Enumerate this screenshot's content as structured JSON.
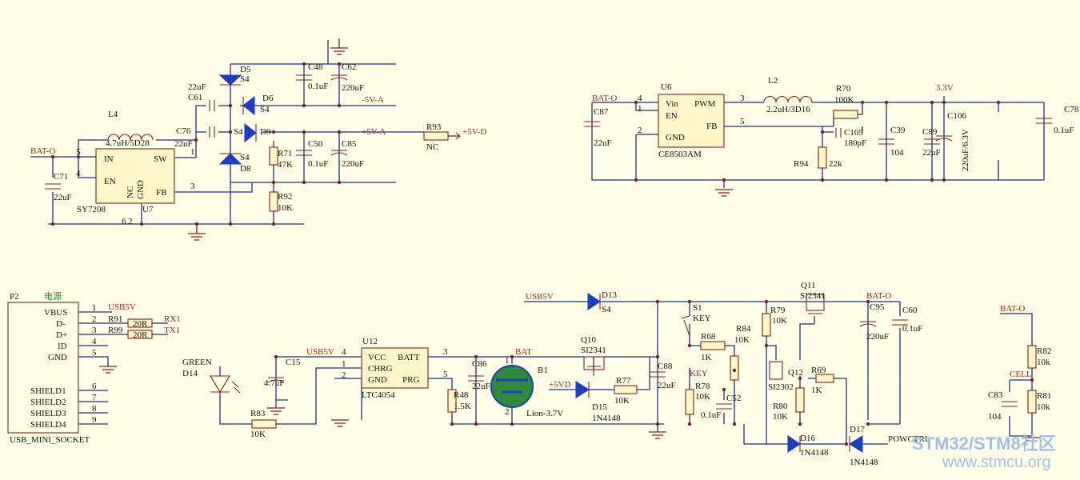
{
  "top_left": {
    "ic": {
      "ref": "U7",
      "part": "SY7208",
      "pins": [
        "IN",
        "EN",
        "NC",
        "GND",
        "SW",
        "FB"
      ],
      "pin_nums": [
        "5",
        "4",
        "6",
        "2",
        "1",
        "3"
      ]
    },
    "inductor": {
      "ref": "L4",
      "value": "4.7uH/5D28"
    },
    "caps": [
      {
        "ref": "C71",
        "value": "22uF"
      },
      {
        "ref": "C76",
        "value": "22uF"
      },
      {
        "ref": "C61",
        "value": "22uF"
      },
      {
        "ref": "C48",
        "value": "0.1uF"
      },
      {
        "ref": "C62",
        "value": "220uF"
      },
      {
        "ref": "C50",
        "value": "0.1uF"
      },
      {
        "ref": "C85",
        "value": "220uF"
      }
    ],
    "diodes": [
      {
        "ref": "D5",
        "value": "S4"
      },
      {
        "ref": "D6",
        "value": "S4"
      },
      {
        "ref": "D9",
        "value": "S4"
      },
      {
        "ref": "D8",
        "value": "S4"
      }
    ],
    "resistors": [
      {
        "ref": "R71",
        "value": "47K"
      },
      {
        "ref": "R92",
        "value": "10K"
      },
      {
        "ref": "R93",
        "value": "NC"
      }
    ],
    "nets": {
      "bat": "BAT-O",
      "neg5": "-5V-A",
      "pos5": "+5V-A",
      "pos5d": "+5V-D"
    }
  },
  "top_right": {
    "ic": {
      "ref": "U6",
      "part": "CE8503AM",
      "pins": [
        "Vin",
        "EN",
        "GND",
        "PWM",
        "FB"
      ],
      "pin_nums": [
        "4",
        "1",
        "2",
        "3",
        "5"
      ]
    },
    "inductor": {
      "ref": "L2",
      "value": "2.2uH/3D16"
    },
    "caps": [
      {
        "ref": "C87",
        "value": "22uF"
      },
      {
        "ref": "C105",
        "value": "180pF"
      },
      {
        "ref": "C39",
        "value": "104"
      },
      {
        "ref": "C89",
        "value": "22uF"
      },
      {
        "ref": "C106",
        "value": "220uF/6.3V"
      },
      {
        "ref": "C78",
        "value": "0.1uF"
      }
    ],
    "resistors": [
      {
        "ref": "R70",
        "value": "100K"
      },
      {
        "ref": "R94",
        "value": "22k"
      }
    ],
    "nets": {
      "bat": "BAT-O",
      "v33": "3.3V"
    }
  },
  "usb": {
    "ref": "P2",
    "title": "电源",
    "part": "USB_MINI_SOCKET",
    "pins": [
      {
        "name": "VBUS",
        "num": "1"
      },
      {
        "name": "D-",
        "num": "2"
      },
      {
        "name": "D+",
        "num": "3"
      },
      {
        "name": "ID",
        "num": "4"
      },
      {
        "name": "GND",
        "num": "5"
      },
      {
        "name": "SHIELD1",
        "num": "6"
      },
      {
        "name": "SHIELD2",
        "num": "7"
      },
      {
        "name": "SHIELD3",
        "num": "8"
      },
      {
        "name": "SHIELD4",
        "num": "9"
      }
    ],
    "r91": {
      "ref": "R91",
      "value": "20R"
    },
    "r99": {
      "ref": "R99",
      "value": "20R"
    },
    "nets": {
      "usb5v": "USB5V",
      "rx": "RX1",
      "tx": "TX1"
    }
  },
  "charger": {
    "led": {
      "ref": "D14",
      "color": "GREEN"
    },
    "r83": {
      "ref": "R83",
      "value": "10K"
    },
    "c15": {
      "ref": "C15",
      "value": "4.7uF"
    },
    "ic": {
      "ref": "U12",
      "part": "LTC4054",
      "pins": [
        "VCC",
        "BATT",
        "CHRG",
        "GND",
        "PRG"
      ],
      "pin_nums": [
        "4",
        "3",
        "1",
        "2",
        "5"
      ]
    },
    "c86": {
      "ref": "C86",
      "value": "22uF"
    },
    "r48": {
      "ref": "R48",
      "value": "1.5K"
    },
    "battery": {
      "ref": "B1",
      "value": "Lion-3.7V",
      "pin1": "1",
      "pin2": "2"
    },
    "nets": {
      "usb5v": "USB5V",
      "bat": "BAT"
    }
  },
  "power_switch": {
    "d13": {
      "ref": "D13",
      "value": "S4"
    },
    "q10": {
      "ref": "Q10",
      "value": "SI2341"
    },
    "d15": {
      "ref": "D15",
      "value": "1N4148"
    },
    "r77": {
      "ref": "R77",
      "value": "10K"
    },
    "c88": {
      "ref": "C88",
      "value": "22uF"
    },
    "s1": {
      "ref": "S1",
      "value": "KEY"
    },
    "r68": {
      "ref": "R68",
      "value": "1K"
    },
    "r84": {
      "ref": "R84",
      "value": "10K"
    },
    "r78": {
      "ref": "R78",
      "value": "10K"
    },
    "c52": {
      "ref": "C52",
      "value": "0.1uF"
    },
    "r79": {
      "ref": "R79",
      "value": "10K"
    },
    "q11": {
      "ref": "Q11",
      "value": "SI2341"
    },
    "q12": {
      "ref": "Q12",
      "value": "SI2302"
    },
    "r69": {
      "ref": "R69",
      "value": "1K"
    },
    "r80": {
      "ref": "R80",
      "value": "10K"
    },
    "d16": {
      "ref": "D16",
      "value": "1N4148"
    },
    "d17": {
      "ref": "D17",
      "value": "1N4148"
    },
    "c95": {
      "ref": "C95",
      "value": "220uF"
    },
    "c60": {
      "ref": "C60",
      "value": "0.1uF"
    },
    "nets": {
      "usb5v": "USB5V",
      "pos5vd": "+5VD",
      "key": "KEY",
      "bat": "BAT-O",
      "pwr": "POWCTRL"
    }
  },
  "divider": {
    "r82": {
      "ref": "R82",
      "value": "10k"
    },
    "r81": {
      "ref": "R81",
      "value": "10k"
    },
    "c83": {
      "ref": "C83",
      "value": "104"
    },
    "nets": {
      "bat": "BAT-O",
      "cell": "CELL"
    }
  },
  "watermark": {
    "brand": "STM32/STM8社区",
    "url": "www.stmcu.org"
  }
}
